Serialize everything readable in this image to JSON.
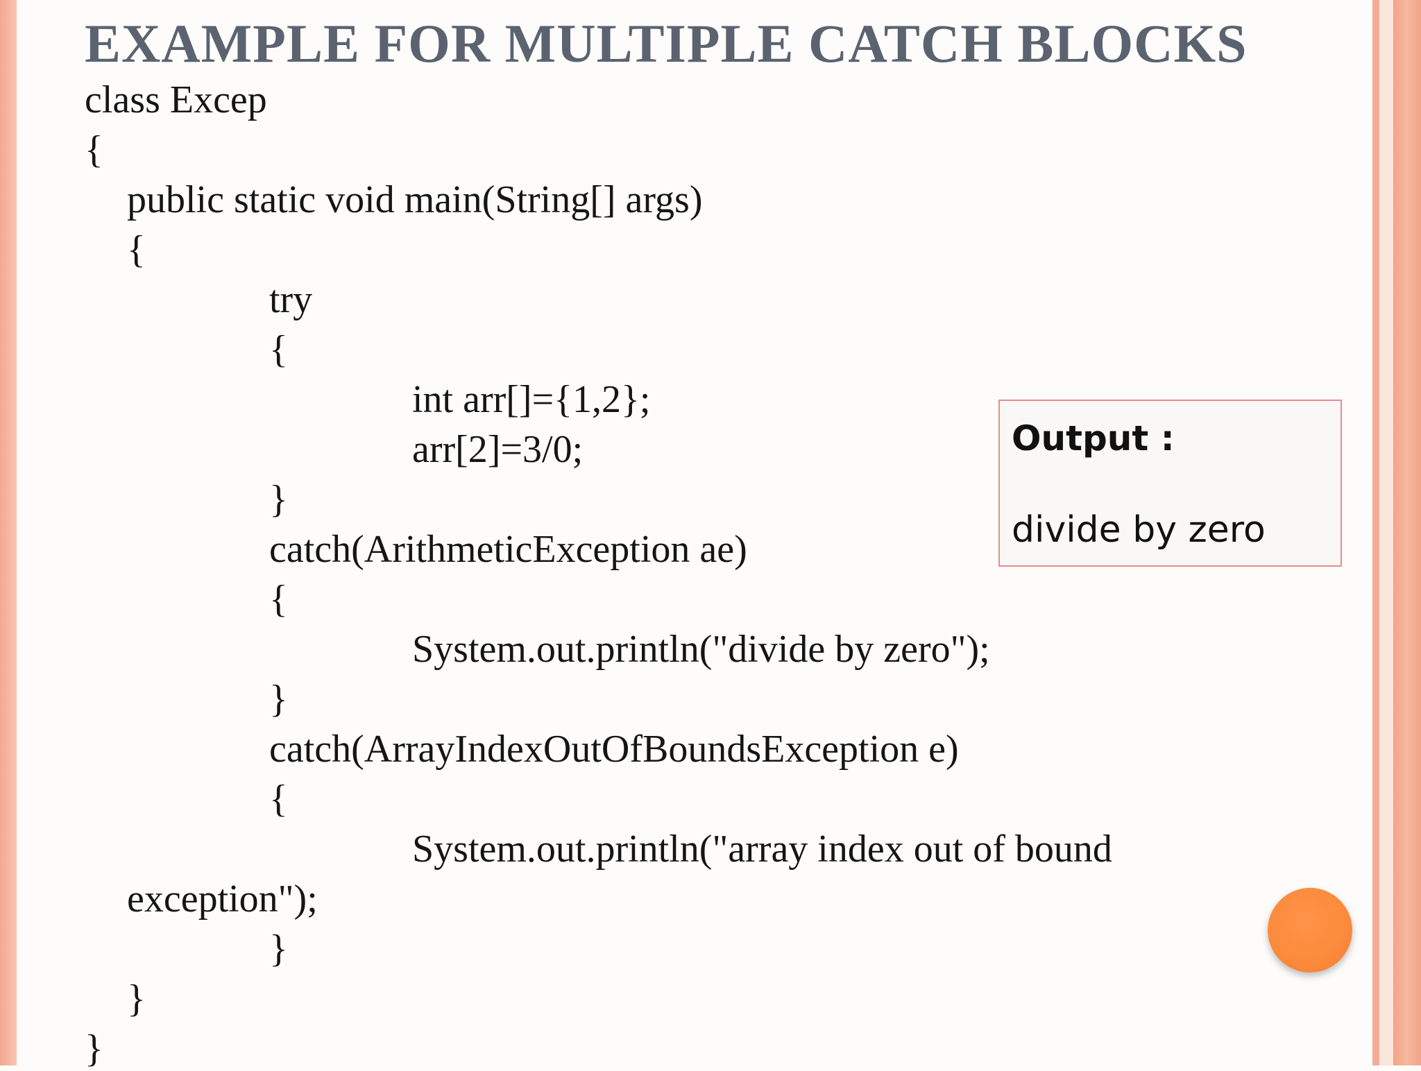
{
  "slide": {
    "title": "EXAMPLE FOR MULTIPLE CATCH BLOCKS"
  },
  "code": {
    "lines": [
      "class Excep",
      "{",
      "public static void main(String[] args)",
      "{",
      "try",
      "{",
      "int arr[]={1,2};",
      "arr[2]=3/0;",
      "}",
      "catch(ArithmeticException ae)",
      "{",
      "System.out.println(\"divide by zero\");",
      "}",
      "catch(ArrayIndexOutOfBoundsException e)",
      "{",
      "System.out.println(\"array index out of bound",
      "exception\");",
      "}",
      "}",
      "}"
    ]
  },
  "output": {
    "label": "Output :",
    "value": "divide by zero"
  },
  "theme": {
    "accent": "#fb8a3c",
    "stripe": "#f4a78f",
    "title_color": "#5b6370",
    "box_border": "#e88a8a"
  }
}
